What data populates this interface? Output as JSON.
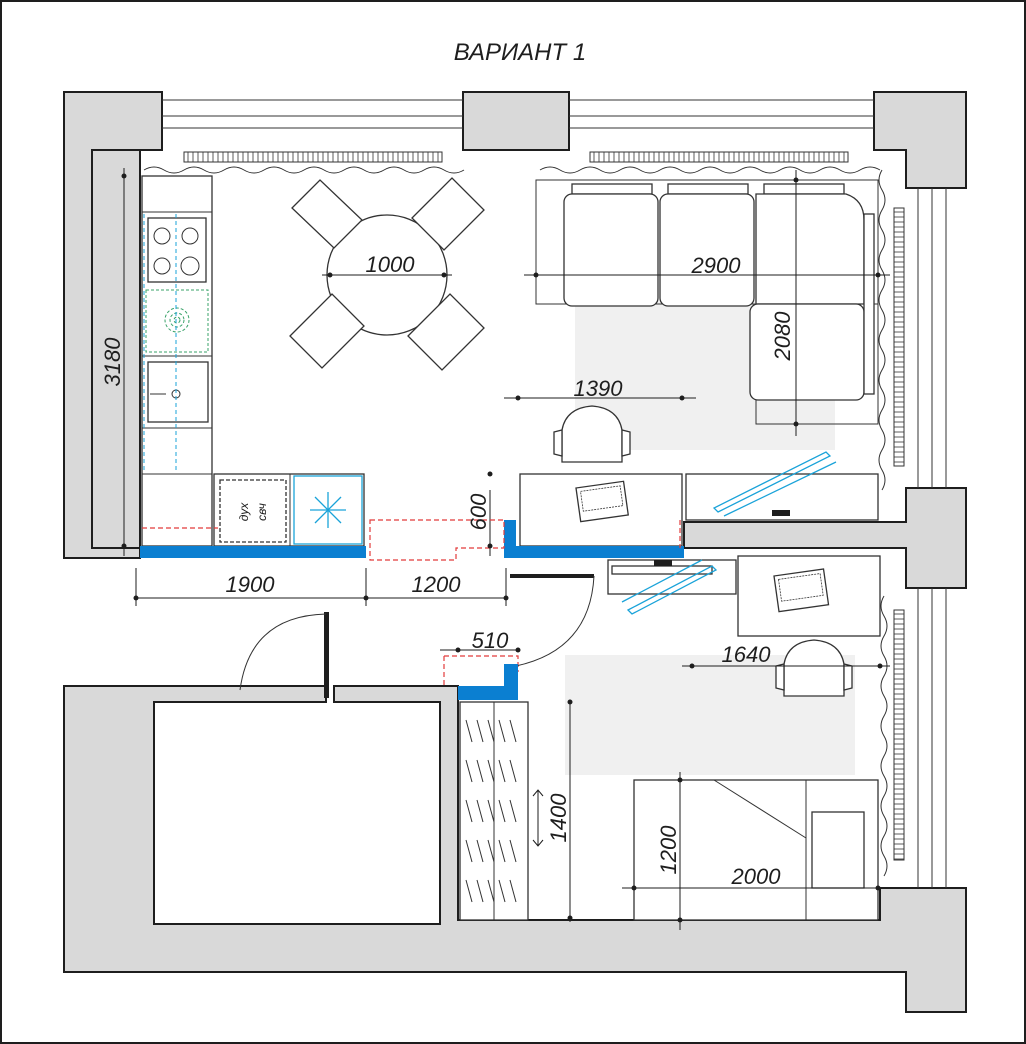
{
  "title": "ВАРИАНТ 1",
  "dimensions": {
    "table_diameter": "1000",
    "sofa_width": "2900",
    "sofa_depth": "2080",
    "kitchen_length": "3180",
    "desk_width_top": "1390",
    "desk_depth": "600",
    "kitchen_bottom": "1900",
    "passage": "1200",
    "door_gap": "510",
    "desk_width_bottom": "1640",
    "wardrobe_length": "1400",
    "bed_width": "1200",
    "bed_length": "2000"
  },
  "appliance_labels": {
    "oven": "дух",
    "microwave": "свч"
  },
  "colors": {
    "wall_fill": "#d9d9d9",
    "partition_blue": "#0b7fd1",
    "monitor_cyan": "#1aa3d9",
    "dashed_red": "#e23b3b"
  }
}
